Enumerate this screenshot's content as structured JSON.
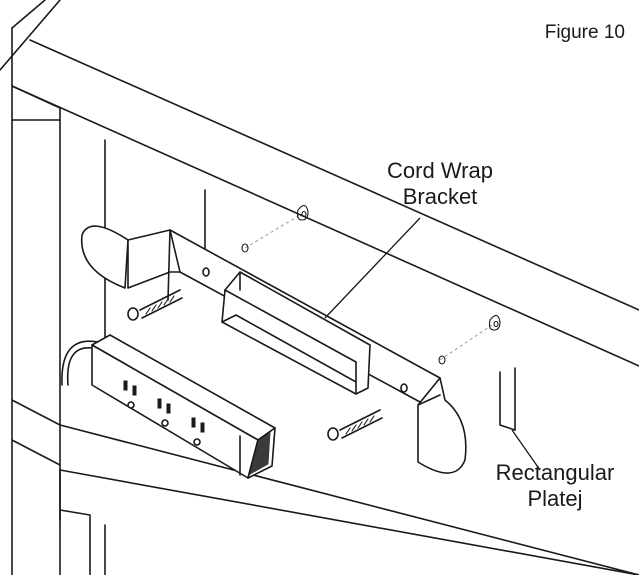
{
  "figure": {
    "title": "Figure 10"
  },
  "callouts": {
    "cord_wrap_bracket": [
      "Cord Wrap",
      "Bracket"
    ],
    "rectangular_plate": [
      "Rectangular",
      "Platej"
    ]
  },
  "colors": {
    "line": "#1a1a1a",
    "hidden_line": "#9a9a9a",
    "background": "#ffffff"
  }
}
